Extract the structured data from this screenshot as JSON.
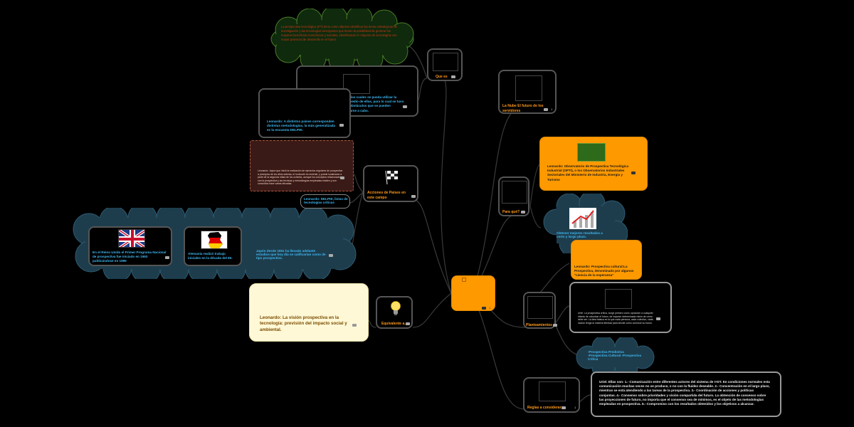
{
  "central": {
    "label": "",
    "badge": "1"
  },
  "que_es": {
    "label": "Que es",
    "note_dark": "Permite detectar las áreas en las cuales se pueda utilizar la tecnología e impulsarse por medio de ellas, para lo cual se tuvo que localizar las carencias y obstáculos que se pueden presentar al momento de llevarse a cabo.",
    "note_green": "La prospectiva tecnológica (PT) tiene como objetivo identificar las áreas estratégicas de investigación y las tecnologías emergentes que tienen la posibilidad de generar los mayores beneficios económicos y sociales, identificando el conjunto de tecnologías con mayor potencial de desarrollo en el futuro.",
    "note_delphi": "Leonardo: A distintos países corresponden distintas metodologías, la más generalizada es la encuesta DELPHI."
  },
  "acciones": {
    "label": "Acciones de Paises en este campo",
    "maroon_text": "Leonardo: Japón que inició la realización de ejercicios regulares de prospectiva a principios de los años setenta, el horizonte es reciente, y puede localizarse a partir de la segunda mitad de los ochenta, aunque los conceptos relacionados con la prospectiva y las técnicas y metodologías empleadas existen y son conocidos hace varias décadas.",
    "delphi_pill": "Leonardo: DELPHI, listas de tecnologías criticas",
    "uk": "En el Reino Unido el Primer Programa Nacional de prospectiva fue iniciado en 1993 publicándose en 1995",
    "de": "Alemania realizó trabajo iniciales en la década del 80.",
    "jp": "Japón desde 1951 ha llevado adelante estudios que hoy día se calificarían como de tipo prospectivo."
  },
  "equivalente": {
    "label": "Equivalente a..",
    "note": "Leonardo: La visión prospectiva en la tecnología: previsión del impacto social y ambiental."
  },
  "nube": {
    "label": "La Nube El futuro de los servidores",
    "badge": "1"
  },
  "para_que": {
    "label": "Para qué?",
    "opti": "Leonardo: Observatorio de Prospectiva Tecnológica Industrial (OPTI), o los Observatorios Industriales Sectoriales del Ministerio de Industria, Energía y Turismo",
    "resultados": "Obtener mejores resultados a corto y largo plazo."
  },
  "planteamientos": {
    "label": "Planteamientos",
    "cultural": "Leonardo: Prospectiva cultural:La Prospectiva, denominado por algunos \"ciencia de la esperanza\"",
    "uriel": "Uriel: La prospectiva crítica, surge primero como oposición a cualquier intento de colonizar el futuro, de imponer determinada visión de cómo debe ser. La idea básica es la que cada persona, cada colectivo, cada nación tenga la máxima libertad para decidir cómo construir su futuro.",
    "tipos": "-Prospectiva Predictiva\n-Prospectiva Cultural -Prospectiva Crítica"
  },
  "reglas": {
    "label": "Reglas a considerar",
    "badge": "1",
    "note": "Uriel. Ellas son: 1.- Comunicación entre diferentes actores del sistema de I+DT. En condiciones normales esta comunicación muchas veces no se produce, o no con la fluidez deseable. 2.- Concentración en el largo plazo, mientras se está atendiendo a las tareas de la prospectiva. 3.- Coordinación de acciones y políticas conjuntas. 4.- Consenso sobre prioridades y visión compartida del futuro. La obtención de consenso sobre las proyecciones de futuro, no importa que el consenso sea de mínimos, es el objeto de las metodologías empleadas en prospectiva. 5.- Compromiso con los resultados obtenidos y los objetivos a alcanzar."
  },
  "colors": {
    "orange": "#ff9900",
    "cyan": "#3fb7f0",
    "cloud": "#1d3d4d",
    "green_cloud": "#0f2a0c"
  }
}
